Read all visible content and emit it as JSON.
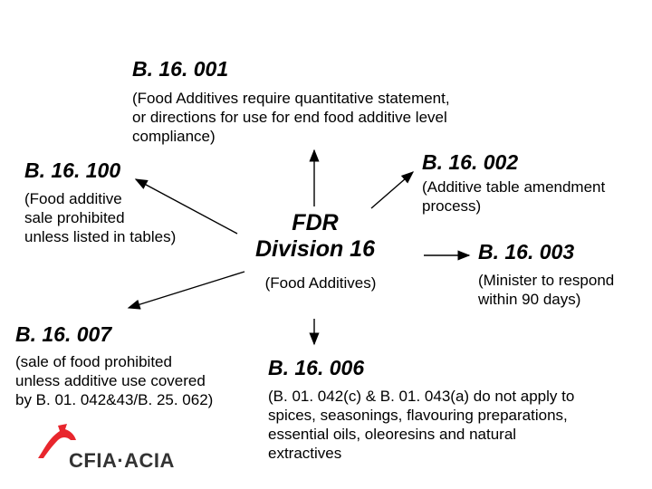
{
  "nodes": {
    "b16001": {
      "code": "B. 16. 001",
      "lines": [
        "(Food Additives require quantitative statement,",
        "or directions for use for end food additive level",
        "compliance)"
      ]
    },
    "b16002": {
      "code": "B. 16. 002",
      "lines": [
        "(Additive table amendment",
        "process)"
      ]
    },
    "b16100": {
      "code": "B. 16. 100",
      "lines": [
        "(Food additive",
        "sale prohibited",
        "unless listed in tables)"
      ]
    },
    "center": {
      "title_line1": "FDR",
      "title_line2": "Division 16",
      "subtitle": "(Food Additives)"
    },
    "b16003": {
      "code": "B. 16. 003",
      "lines": [
        "(Minister to respond",
        "within 90 days)"
      ]
    },
    "b16007": {
      "code": "B. 16. 007",
      "lines": [
        "(sale of food prohibited",
        "unless additive use covered",
        "by B. 01. 042&43/B. 25. 062)"
      ]
    },
    "b16006": {
      "code": "B. 16. 006",
      "lines": [
        "(B. 01. 042(c) & B. 01. 043(a) do not apply to",
        "spices, seasonings, flavouring preparations,",
        "essential oils, oleoresins and natural",
        "extractives"
      ]
    }
  },
  "logo": {
    "text": "CFIA·ACIA",
    "leaf_color": "#e8262d"
  }
}
